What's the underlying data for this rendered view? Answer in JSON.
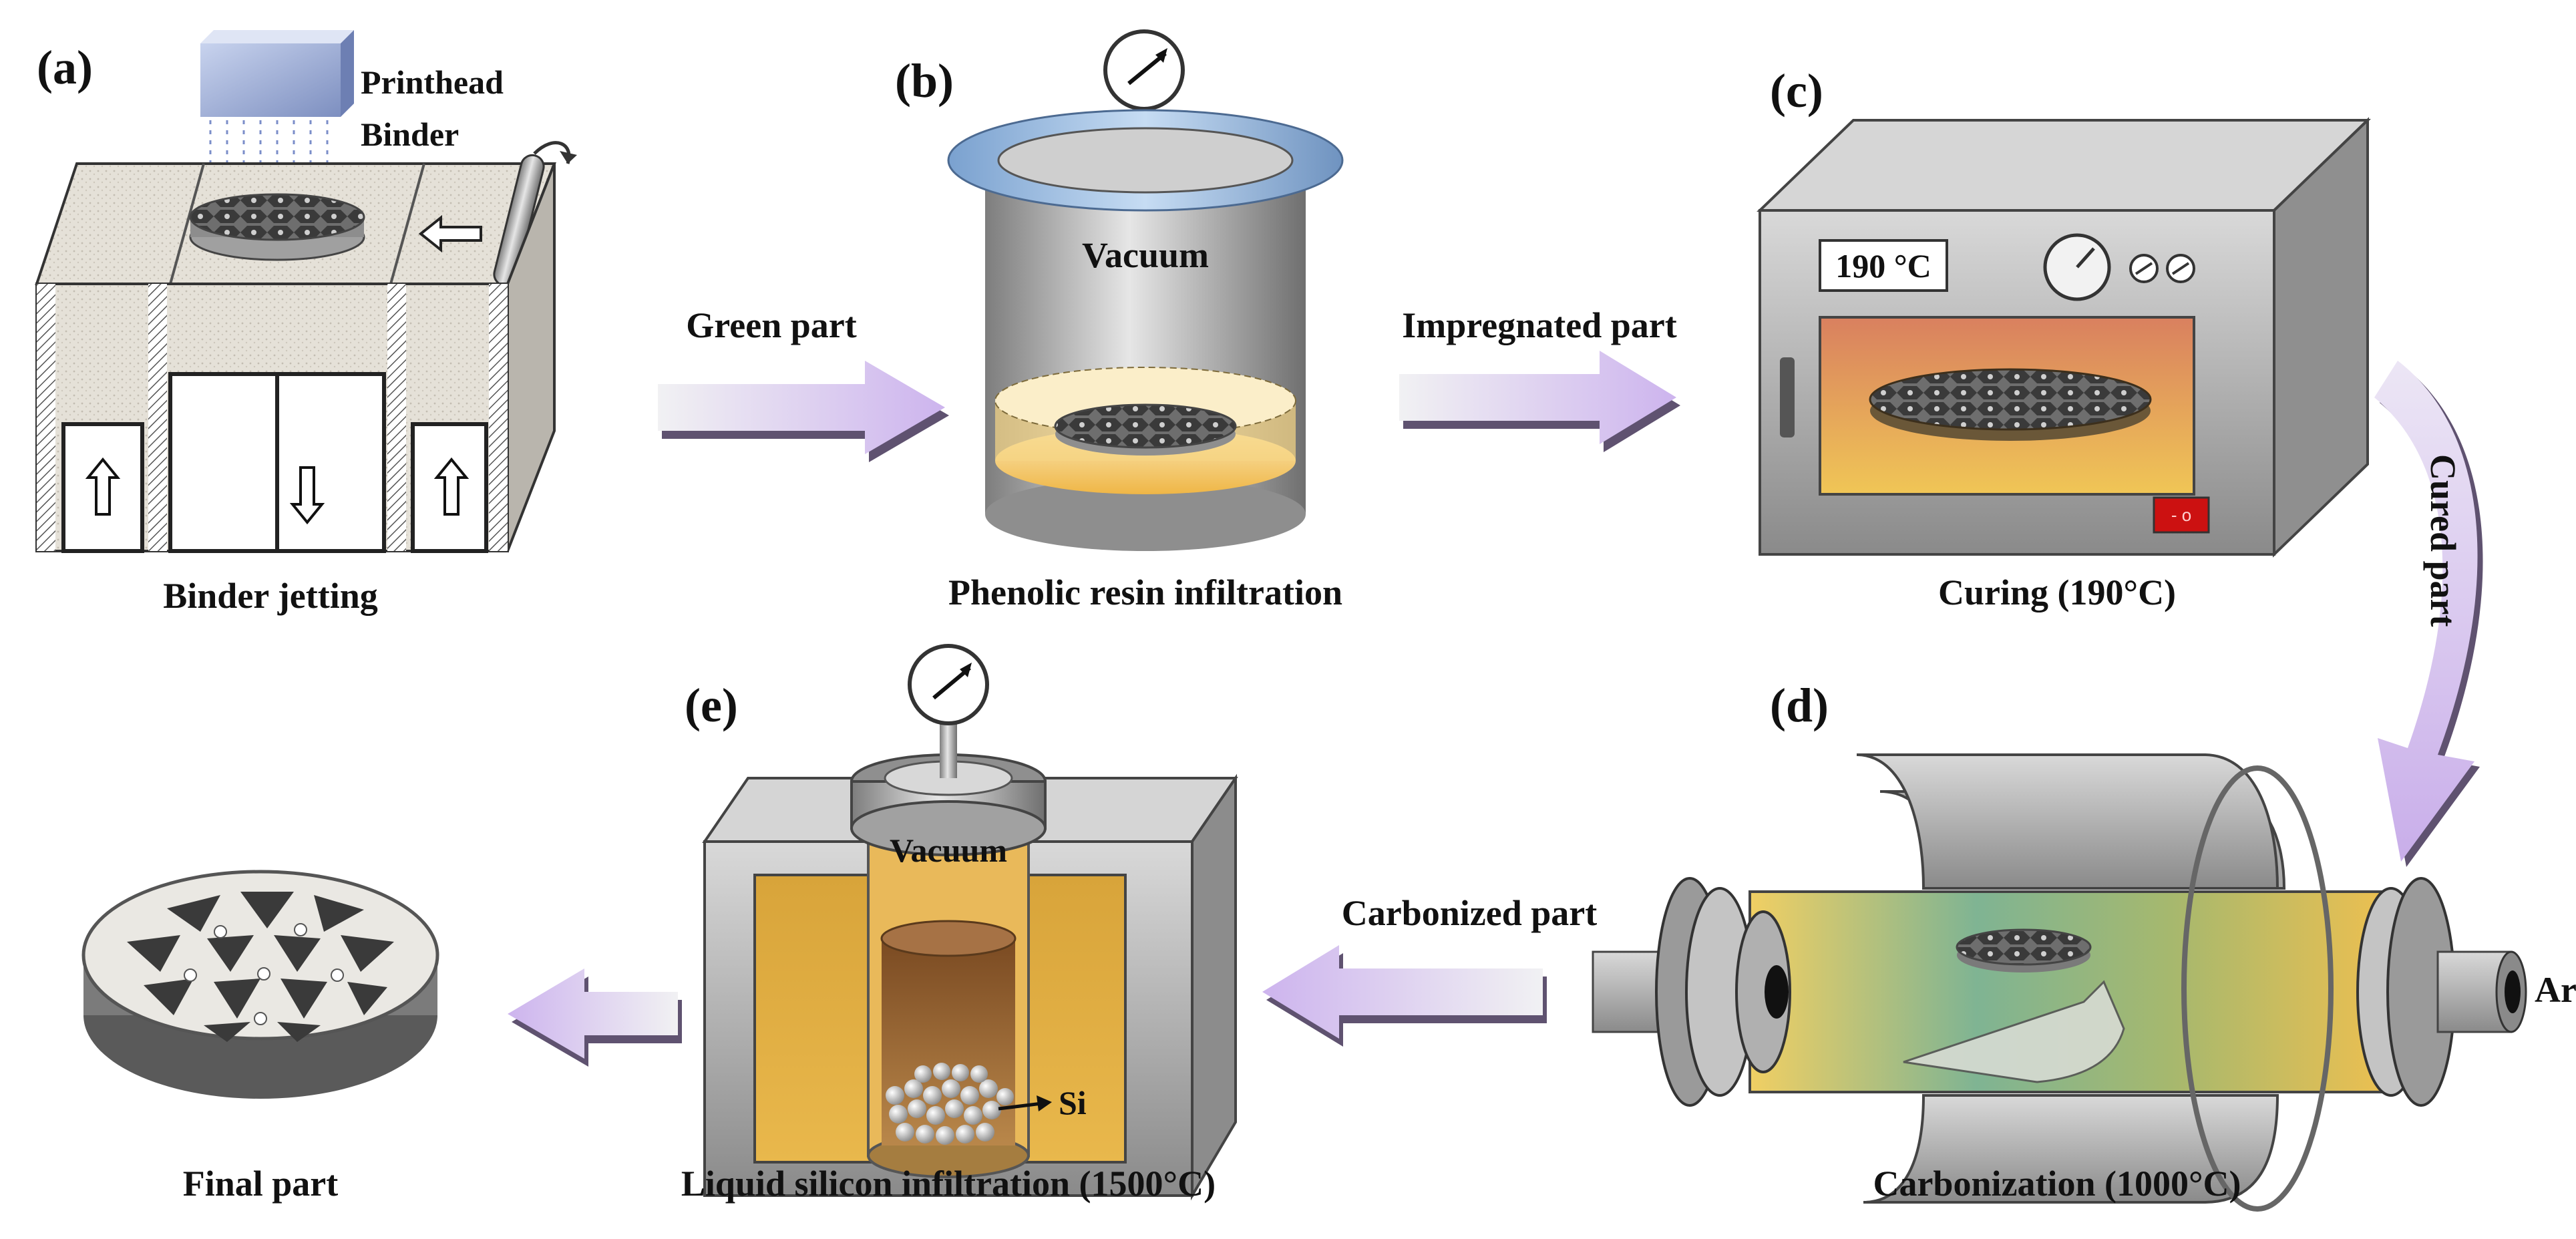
{
  "panels": {
    "a": {
      "tag": "(a)",
      "caption": "Binder jetting",
      "printhead_label": "Printhead",
      "binder_label": "Binder"
    },
    "b": {
      "tag": "(b)",
      "caption": "Phenolic resin infiltration",
      "vacuum_label": "Vacuum"
    },
    "c": {
      "tag": "(c)",
      "caption": "Curing (190°C)",
      "display_text": "190 °C"
    },
    "d": {
      "tag": "(d)",
      "caption": "Carbonization (1000°C)",
      "gas_label": "Ar"
    },
    "e": {
      "tag": "(e)",
      "caption": "Liquid silicon infiltration (1500°C)",
      "vacuum_label": "Vacuum",
      "si_label": "Si"
    },
    "final": {
      "caption": "Final part"
    }
  },
  "transitions": {
    "a_to_b": "Green part",
    "b_to_c": "Impregnated part",
    "c_to_d": "Cured part",
    "d_to_e": "Carbonized part"
  },
  "colors": {
    "arrow_light": "#d7c4ef",
    "arrow_dark": "#6b5a7f",
    "resin": "#f3c25a",
    "kiln_glow": "#e6b34a",
    "metal": "#9c9c9c",
    "switch_red": "#cc1111"
  }
}
